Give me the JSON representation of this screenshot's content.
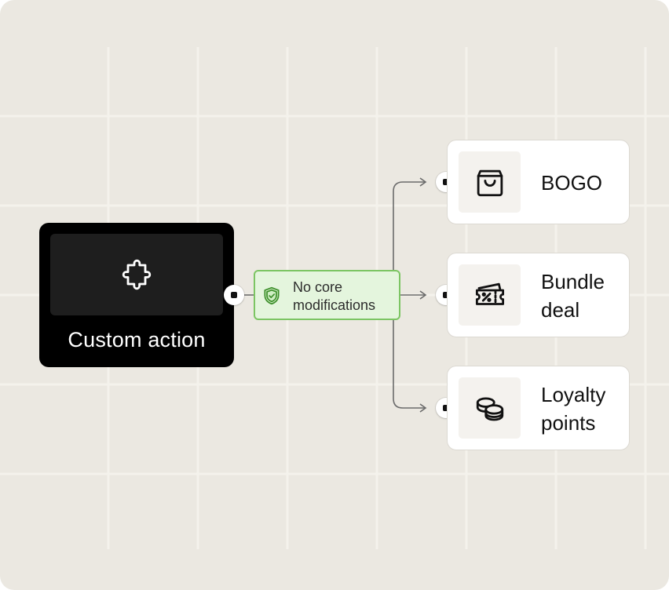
{
  "source": {
    "label": "Custom action",
    "icon": "puzzle-icon"
  },
  "badge": {
    "line1": "No core",
    "line2": "modifications",
    "icon": "shield-check-icon",
    "color": "#7cc563"
  },
  "targets": [
    {
      "label_line1": "BOGO",
      "label_line2": "",
      "icon": "shopping-bag-icon"
    },
    {
      "label_line1": "Bundle",
      "label_line2": "deal",
      "icon": "ticket-percent-icon"
    },
    {
      "label_line1": "Loyalty",
      "label_line2": "points",
      "icon": "coins-icon"
    }
  ],
  "colors": {
    "background": "#ebe8e1",
    "source_card": "#000000",
    "connector": "#6b6b6b",
    "badge_fill": "#e4f5dd"
  }
}
